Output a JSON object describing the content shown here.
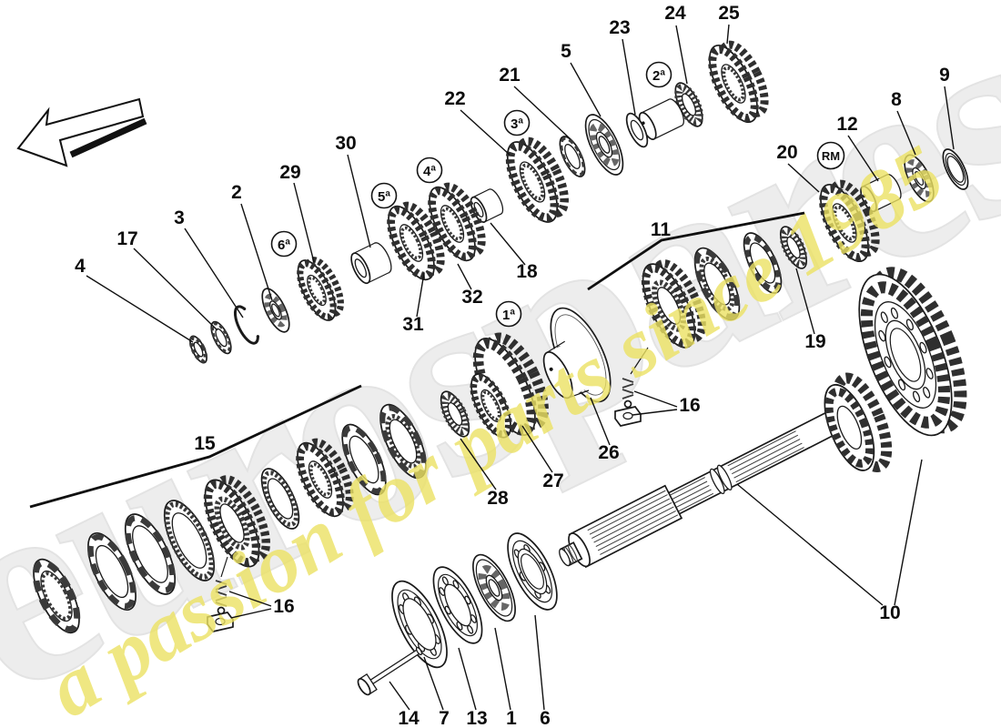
{
  "watermarks": {
    "brand": "eurospares",
    "tagline": "a passion for parts since 1985"
  },
  "badges": {
    "first": "1ª",
    "second": "2ª",
    "third": "3ª",
    "fourth": "4ª",
    "fifth": "5ª",
    "sixth": "6ª",
    "reverse": "RM"
  },
  "callouts": {
    "c1": "1",
    "c2": "2",
    "c3": "3",
    "c4": "4",
    "c5": "5",
    "c6": "6",
    "c7": "7",
    "c8": "8",
    "c9": "9",
    "c10": "10",
    "c11": "11",
    "c12": "12",
    "c13": "13",
    "c14": "14",
    "c15": "15",
    "c16a": "16",
    "c16b": "16",
    "c17": "17",
    "c18": "18",
    "c19": "19",
    "c20": "20",
    "c21": "21",
    "c22": "22",
    "c23": "23",
    "c24": "24",
    "c25": "25",
    "c26": "26",
    "c27": "27",
    "c28": "28",
    "c29": "29",
    "c30": "30",
    "c31": "31",
    "c32": "32"
  }
}
